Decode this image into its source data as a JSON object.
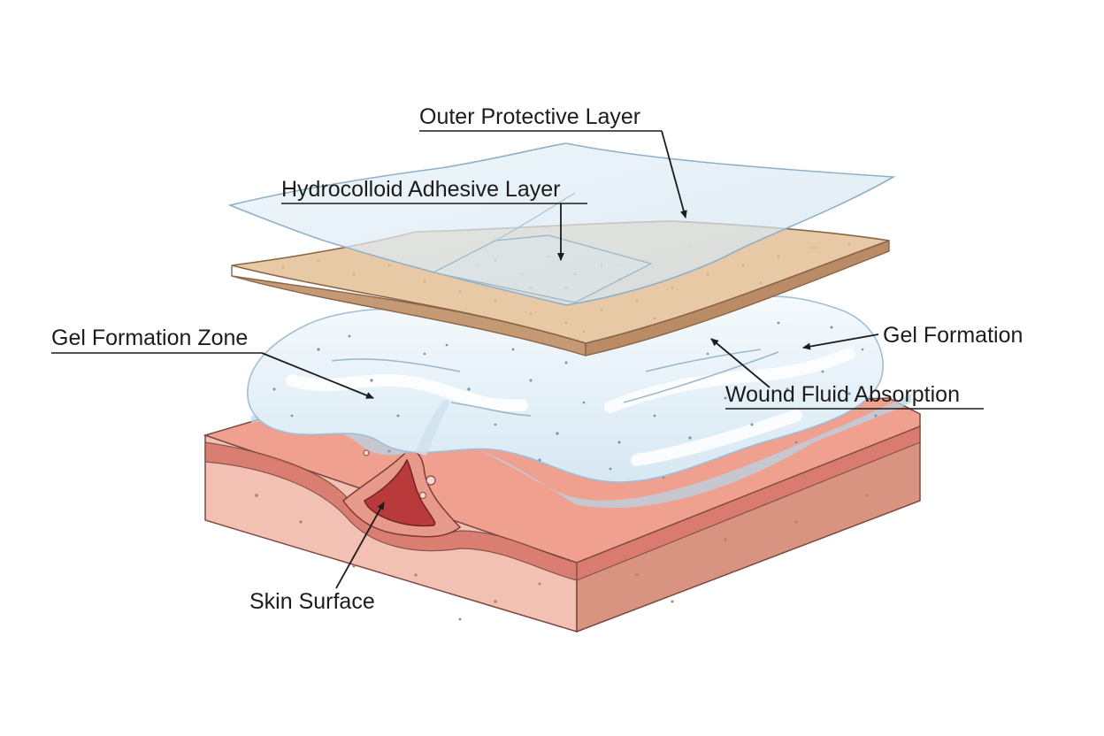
{
  "labels": {
    "outer_protective_layer": "Outer Protective Layer",
    "hydrocolloid_adhesive_layer": "Hydrocolloid Adhesive Layer",
    "gel_formation_zone": "Gel Formation Zone",
    "gel_formation": "Gel Formation",
    "wound_fluid_absorption": "Wound Fluid Absorption",
    "skin_surface": "Skin Surface"
  },
  "colors": {
    "skin_top": "#efa08f",
    "skin_front": "#f2c1b3",
    "skin_side": "#d99481",
    "dermis_band": "#d9776b",
    "wound": "#b93a3a",
    "gel": "#e6f1f8",
    "gel_edge": "#9fbfd6",
    "adhesive": "#e8c9a6",
    "adhesive_edge": "#a87c5a",
    "film": "#d6e7f1",
    "film_edge": "#8fb0c8"
  }
}
